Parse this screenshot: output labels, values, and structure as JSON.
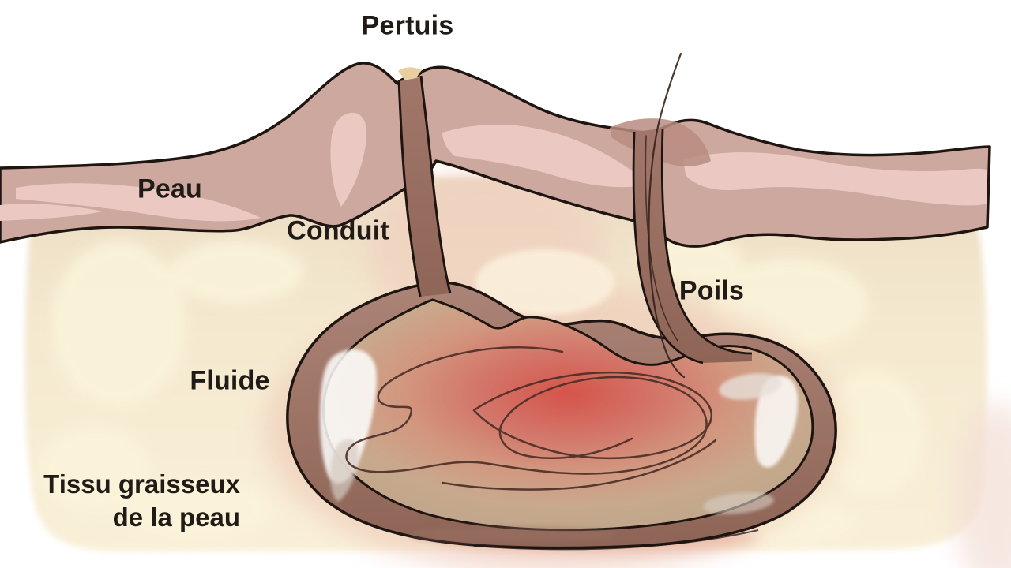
{
  "diagram": {
    "kind": "medical cross-section illustration",
    "language": "fr"
  },
  "labels": {
    "pertuis": "Pertuis",
    "peau": "Peau",
    "conduit": "Conduit",
    "poils": "Poils",
    "fluide": "Fluide",
    "tissu_line1": "Tissu graisseux",
    "tissu_line2": "de la peau"
  },
  "colors": {
    "background": "#ffffff",
    "label_text": "#211b17",
    "outline": "#1e1410",
    "skin": "#cda89f",
    "skin_streak": "#ebc9c2",
    "skin_shadow": "#b98c80",
    "fat_tissue": "#f3e8cd",
    "fat_blob": "#fbf4da",
    "pink_halo": "#ecc3b2",
    "duct": "#9d7466",
    "cyst_wall": "#a57c6f",
    "cyst_cavity_edge": "#c2a288",
    "cyst_inflamed_center": "#d5544a",
    "hair": "#35231d",
    "pore_plug": "#e9cf9f"
  }
}
